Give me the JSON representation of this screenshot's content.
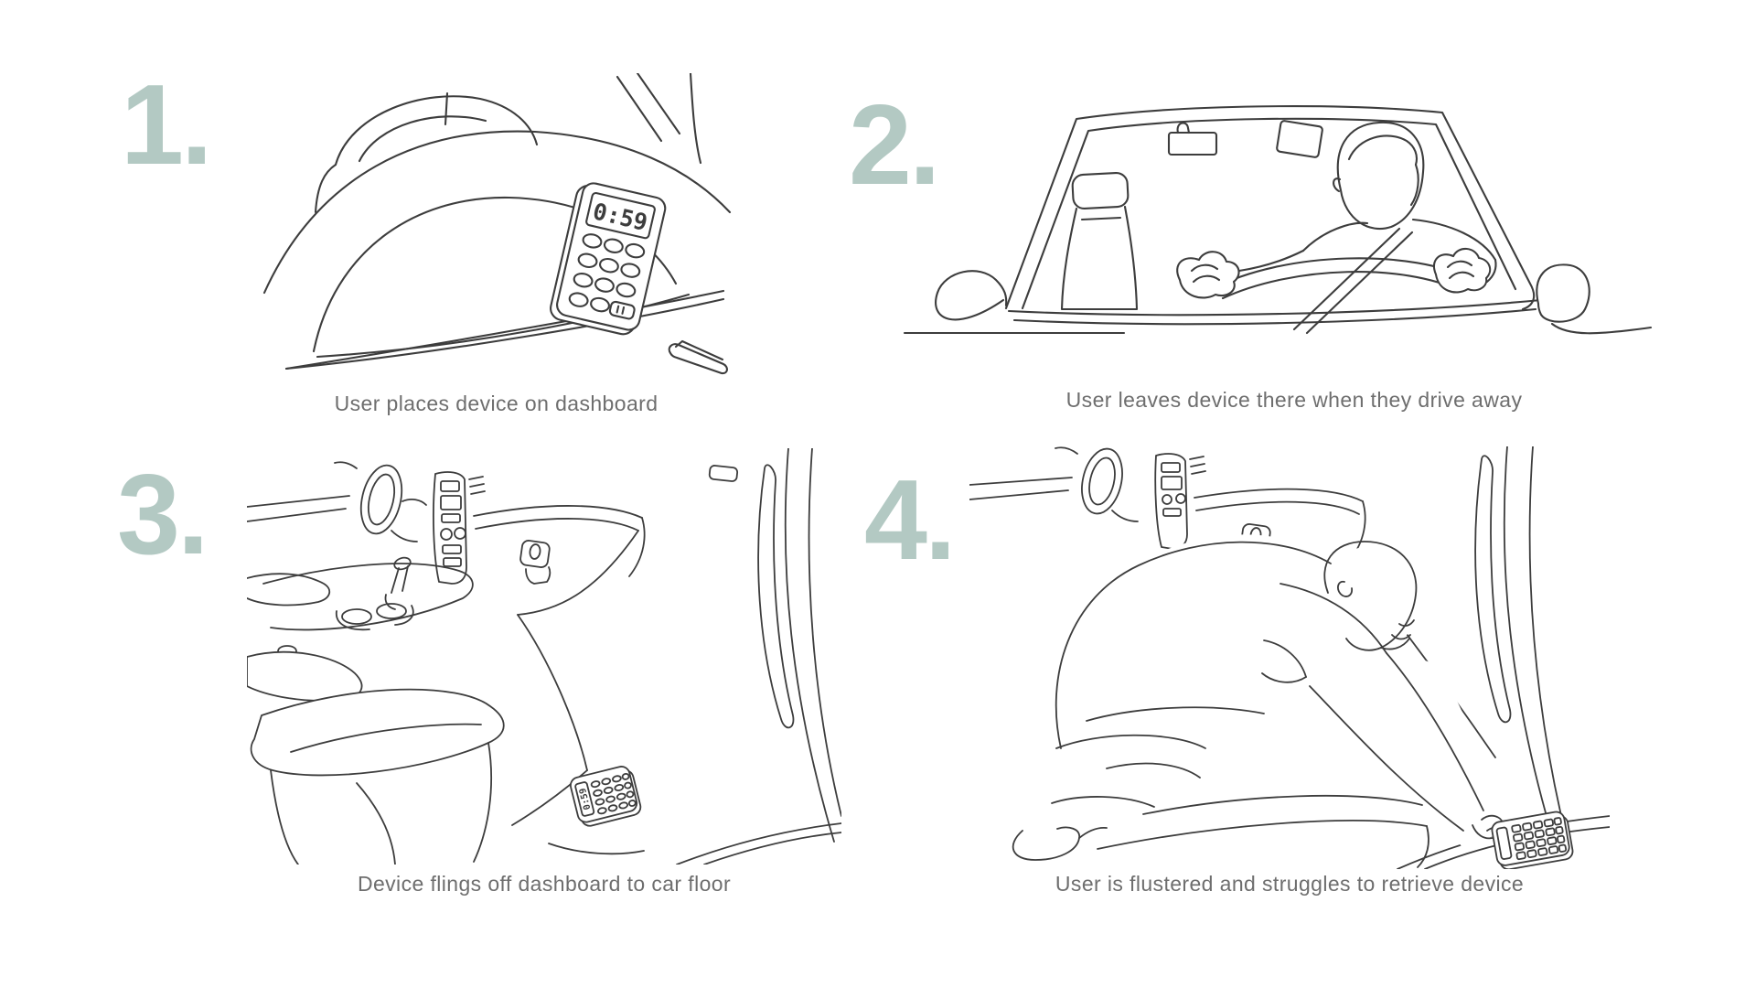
{
  "colors": {
    "accent": "#b3c9c3",
    "caption": "#6e6e6e",
    "line": "#3d3d3d",
    "background": "#ffffff"
  },
  "panels": [
    {
      "number": "1.",
      "caption": "User places device on dashboard",
      "illustration": "device-on-car-dashboard-drawing",
      "device_display": "0:59"
    },
    {
      "number": "2.",
      "caption": "User leaves device there when they drive away",
      "illustration": "user-driving-car-one-line-drawing"
    },
    {
      "number": "3.",
      "caption": "Device flings off dashboard to car floor",
      "illustration": "device-on-car-floor-drawing",
      "device_display": "0:59"
    },
    {
      "number": "4.",
      "caption": "User is flustered and struggles to retrieve device",
      "illustration": "user-reaching-for-device-drawing"
    }
  ]
}
